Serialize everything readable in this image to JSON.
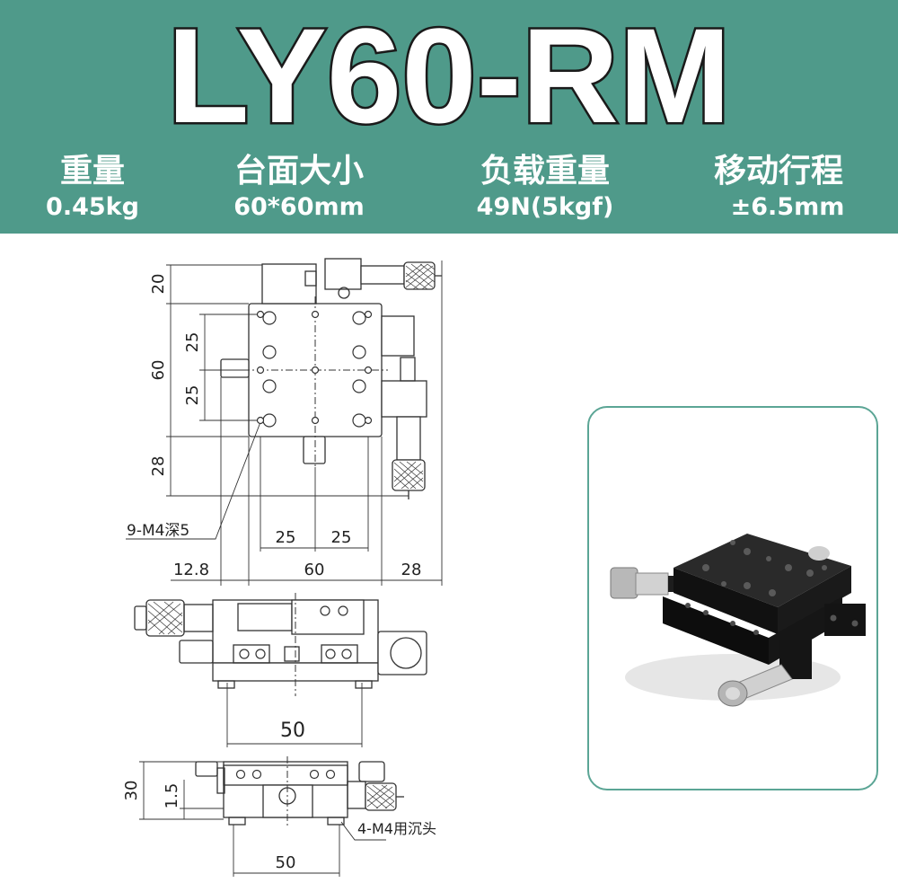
{
  "title": "LY60-RM",
  "specs": [
    {
      "label": "重量",
      "value": "0.45kg"
    },
    {
      "label": "台面大小",
      "value": "60*60mm"
    },
    {
      "label": "负载重量",
      "value": "49N(5kgf)"
    },
    {
      "label": "移动行程",
      "value": "±6.5mm"
    }
  ],
  "drawing": {
    "dim_top": "20",
    "dim_25_upper": "25",
    "dim_60_left": "60",
    "dim_25_lower": "25",
    "dim_28_left": "28",
    "hole_callout": "9-M4深5",
    "dim_25_bottom_left": "25",
    "dim_25_bottom_right": "25",
    "dim_12_8": "12.8",
    "dim_60_bottom": "60",
    "dim_28_bottom": "28",
    "dim_50_middle": "50",
    "dim_30": "30",
    "dim_1_5": "1.5",
    "mount_callout": "4-M4用沉头",
    "dim_50_bottom": "50"
  },
  "colors": {
    "header_bg": "#4f9a8a",
    "header_text": "#ffffff",
    "title_outline": "#1a1a1a",
    "card_border": "#5ba595",
    "line": "#333333"
  }
}
